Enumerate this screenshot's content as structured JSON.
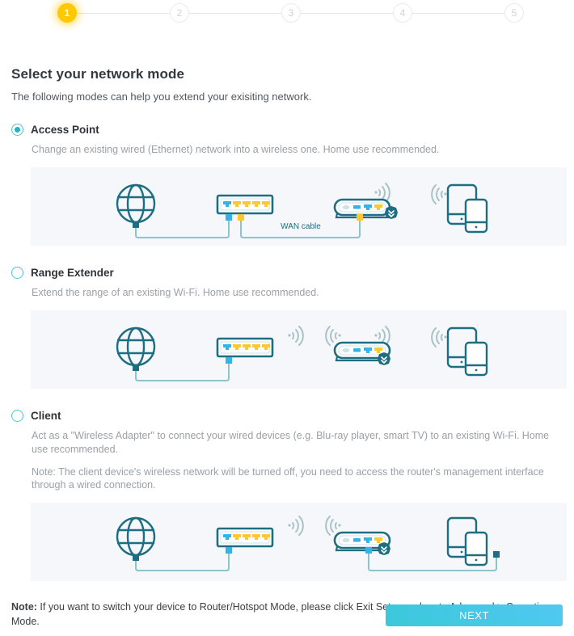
{
  "stepper": {
    "steps": [
      {
        "label": "1",
        "state": "active"
      },
      {
        "label": "2",
        "state": "inactive"
      },
      {
        "label": "3",
        "state": "inactive"
      },
      {
        "label": "4",
        "state": "inactive"
      },
      {
        "label": "5",
        "state": "inactive"
      }
    ],
    "active_color": "#ffc800",
    "inactive_color": "#d2d2d2"
  },
  "page": {
    "title": "Select your network mode",
    "subtitle": "The following modes can help you extend your exisiting network."
  },
  "modes": [
    {
      "id": "access-point",
      "label": "Access Point",
      "selected": true,
      "desc": "Change an existing wired (Ethernet) network into a wireless one. Home use recommended.",
      "note": "",
      "diagram": {
        "wan_cable_label": "WAN cable",
        "modem_wifi": false,
        "router_wifi_left": false,
        "router_wifi_right": true,
        "router_cable": true,
        "device_wifi": true,
        "device_cable": false
      }
    },
    {
      "id": "range-extender",
      "label": "Range Extender",
      "selected": false,
      "desc": "Extend the range of an existing Wi-Fi. Home use recommended.",
      "note": "",
      "diagram": {
        "wan_cable_label": "",
        "modem_wifi": true,
        "router_wifi_left": true,
        "router_wifi_right": true,
        "router_cable": false,
        "device_wifi": true,
        "device_cable": false
      }
    },
    {
      "id": "client",
      "label": "Client",
      "selected": false,
      "desc": "Act as a \"Wireless Adapter\" to connect your wired devices (e.g. Blu-ray player, smart TV) to an existing Wi-Fi. Home use recommended.",
      "note": "Note: The client device's wireless network will be turned off, you need to access the router's management interface through a wired connection.",
      "diagram": {
        "wan_cable_label": "",
        "modem_wifi": true,
        "router_wifi_left": true,
        "router_wifi_right": false,
        "router_cable": false,
        "device_wifi": false,
        "device_cable": true
      }
    }
  ],
  "bottom_note": {
    "prefix": "Note:",
    "text": " If you want to switch your device to Router/Hotspot Mode, please click Exit Setup and go to Advanced > Operation Mode."
  },
  "footer": {
    "next_label": "NEXT",
    "next_color_start": "#3cc8dc",
    "next_color_end": "#50c8f0"
  },
  "colors": {
    "teal": "#1e6e82",
    "cable": "#8cc4cc",
    "port_blue": "#32b4e6",
    "port_yellow": "#ffc832",
    "panel_bg": "#f5f7fa",
    "wifi_gray": "#a9c2c8"
  }
}
